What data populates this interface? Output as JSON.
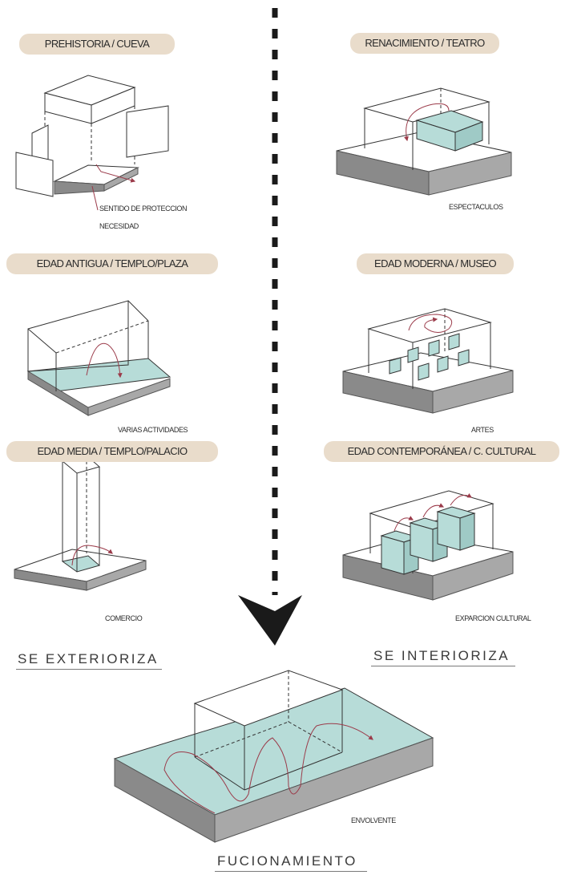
{
  "eras": [
    {
      "title": "PREHISTORIA / CUEVA",
      "notes": [
        "SENTIDO DE PROTECCION",
        "NECESIDAD"
      ]
    },
    {
      "title": "RENACIMIENTO / TEATRO",
      "notes": [
        "ESPECTACULOS"
      ]
    },
    {
      "title": "EDAD ANTIGUA / TEMPLO/PLAZA",
      "notes": [
        "VARIAS ACTIVIDADES"
      ]
    },
    {
      "title": "EDAD MODERNA / MUSEO",
      "notes": [
        "ARTES"
      ]
    },
    {
      "title": "EDAD MEDIA / TEMPLO/PALACIO",
      "notes": [
        "COMERCIO"
      ]
    },
    {
      "title": "EDAD CONTEMPORÁNEA / C. CULTURAL",
      "notes": [
        "EXPARCION CULTURAL"
      ]
    }
  ],
  "sides": {
    "left": "SE EXTERIORIZA",
    "right": "SE INTERIORIZA"
  },
  "result": {
    "note": "ENVOLVENTE",
    "title": "FUCIONAMIENTO"
  },
  "colors": {
    "tag_fill": "#e9dccb",
    "teal": "#b7dcd8",
    "slab_side": "#8a8a8a",
    "arrow": "#1a1a1a",
    "path": "#9b3b4a"
  }
}
